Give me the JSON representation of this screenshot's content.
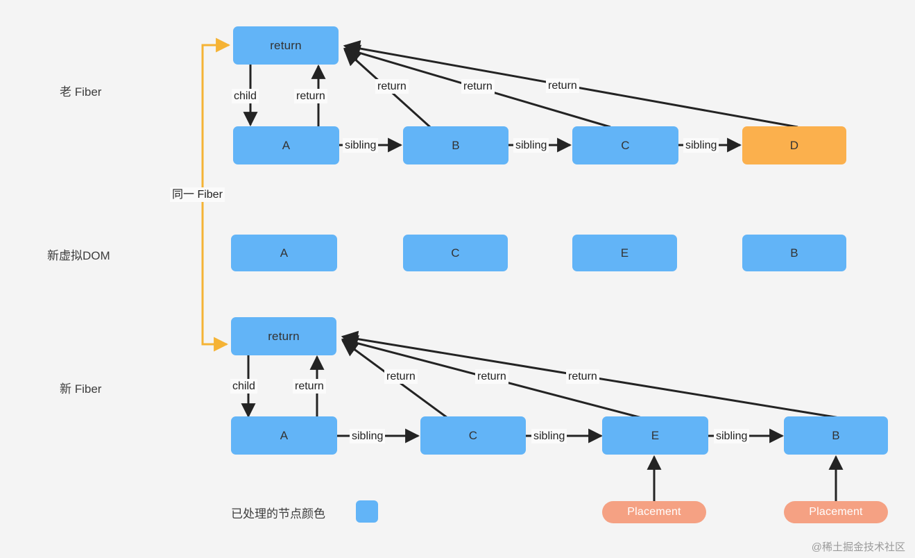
{
  "diagram": {
    "title": "React Fiber diff traversal diagram",
    "background_color": "#f4f4f4",
    "colors": {
      "processed_node": "#62b4f7",
      "unprocessed_node": "#fbb04d",
      "placement_tag": "#f5a183",
      "same_fiber_link": "#f5b335",
      "edge": "#232323"
    }
  },
  "rows": {
    "old_fiber_label": "老 Fiber",
    "new_vdom_label": "新虚拟DOM",
    "new_fiber_label": "新 Fiber"
  },
  "old_fiber": {
    "root": {
      "label": "return",
      "color": "blue"
    },
    "children": [
      {
        "label": "A",
        "color": "blue"
      },
      {
        "label": "B",
        "color": "blue"
      },
      {
        "label": "C",
        "color": "blue"
      },
      {
        "label": "D",
        "color": "orange"
      }
    ],
    "child_edge_label": "child",
    "return_edge_labels": [
      "return",
      "return",
      "return",
      "return"
    ],
    "sibling_edge_labels": [
      "sibling",
      "sibling",
      "sibling"
    ]
  },
  "new_vdom": {
    "children": [
      {
        "label": "A",
        "color": "blue"
      },
      {
        "label": "C",
        "color": "blue"
      },
      {
        "label": "E",
        "color": "blue"
      },
      {
        "label": "B",
        "color": "blue"
      }
    ]
  },
  "new_fiber": {
    "root": {
      "label": "return",
      "color": "blue"
    },
    "children": [
      {
        "label": "A",
        "color": "blue"
      },
      {
        "label": "C",
        "color": "blue"
      },
      {
        "label": "E",
        "color": "blue"
      },
      {
        "label": "B",
        "color": "blue"
      }
    ],
    "child_edge_label": "child",
    "return_edge_labels": [
      "return",
      "return",
      "return",
      "return"
    ],
    "sibling_edge_labels": [
      "sibling",
      "sibling",
      "sibling"
    ],
    "placement_tags": [
      {
        "label": "Placement",
        "target": "E"
      },
      {
        "label": "Placement",
        "target": "B"
      }
    ]
  },
  "same_fiber_link": {
    "label": "同一 Fiber",
    "color": "#f5b335"
  },
  "legend": {
    "label": "已处理的节点颜色",
    "swatch_color": "#62b4f7"
  },
  "watermark": {
    "text": "@稀土掘金技术社区"
  }
}
